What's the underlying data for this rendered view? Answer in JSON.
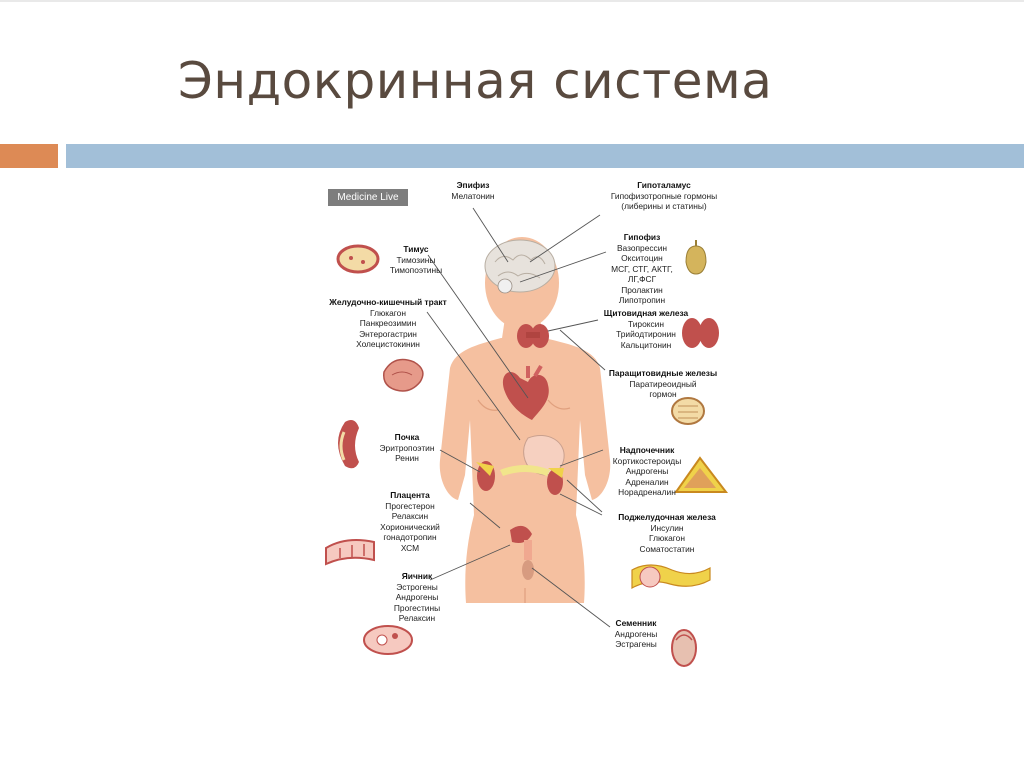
{
  "slide": {
    "title": "Эндокринная система"
  },
  "diagram": {
    "watermark": "Medicine Live",
    "labels": {
      "epifiz": {
        "name": "Эпифиз",
        "items": [
          "Мелатонин"
        ]
      },
      "gipotalamus": {
        "name": "Гипоталамус",
        "items": [
          "Гипофизотропные гормоны",
          "(либерины и статины)"
        ]
      },
      "gipofiz": {
        "name": "Гипофиз",
        "items": [
          "Вазопрессин",
          "Окситоцин",
          "МСГ, СТГ, АКТГ,",
          "ЛГ,ФСГ",
          "Пролактин",
          "Липотропин"
        ]
      },
      "timus": {
        "name": "Тимус",
        "items": [
          "Тимозины",
          "Тимопоэтины"
        ]
      },
      "zkt": {
        "name": "Желудочно-кишечный тракт",
        "items": [
          "Глюкагон",
          "Панкреозимин",
          "Энтерогастрин",
          "Холецистокинин"
        ]
      },
      "shchitovidnaya": {
        "name": "Щитовидная железа",
        "items": [
          "Тироксин",
          "Трийодтиронин",
          "Кальцитонин"
        ]
      },
      "parashchitovidnye": {
        "name": "Паращитовидные железы",
        "items": [
          "Паратиреоидный",
          "гормон"
        ]
      },
      "pochka": {
        "name": "Почка",
        "items": [
          "Эритропоэтин",
          "Ренин"
        ]
      },
      "nadpochechnik": {
        "name": "Надпочечник",
        "items": [
          "Кортикостероиды",
          "Андрогены",
          "Адреналин",
          "Норадреналин"
        ]
      },
      "placenta": {
        "name": "Плацента",
        "items": [
          "Прогестерон",
          "Релаксин",
          "Хорионический",
          "гонадотропин",
          "ХСМ"
        ]
      },
      "podzheludochnaya": {
        "name": "Поджелудочная железа",
        "items": [
          "Инсулин",
          "Глюкагон",
          "Соматостатин"
        ]
      },
      "yaichnik": {
        "name": "Яичник",
        "items": [
          "Эстрогены",
          "Андрогены",
          "Прогестины",
          "Релаксин"
        ]
      },
      "semennik": {
        "name": "Семенник",
        "items": [
          "Андрогены",
          "Эстрагены"
        ]
      }
    }
  }
}
